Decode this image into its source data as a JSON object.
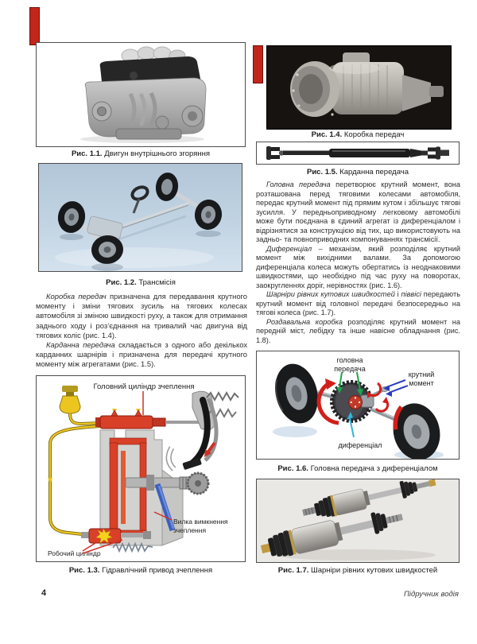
{
  "page": {
    "number": "4",
    "footer": "Підручник водія"
  },
  "left": {
    "fig11": {
      "label": "Рис. 1.1.",
      "caption": "Двигун внутрішнього згоряння"
    },
    "fig12": {
      "label": "Рис. 1.2.",
      "caption": "Трансмісія"
    },
    "para1": {
      "lead": "Коробка передач",
      "rest": " призначена для передавання крутного моменту і зміни тягових зусиль на тягових колесах автомобіля зі зміною швидкості руху, а також для отримання заднього ходу і роз’єднання на тривалий час двигуна від тягових коліс (рис. 1.4)."
    },
    "para2": {
      "lead": "Карданна передача",
      "rest": " складається з одного або декількох карданних шарнірів і призначена для передачі крутного моменту між агрегатами (рис. 1.5)."
    },
    "fig13": {
      "label": "Рис. 1.3.",
      "caption": "Гідравлічний привод зчеплення",
      "master_label": "Головний циліндр зчеплення",
      "fork_label_line1": "Вилка вимкнення",
      "fork_label_line2": "зчеплення",
      "slave_label": "Робочий циліндр"
    }
  },
  "right": {
    "fig14": {
      "label": "Рис. 1.4.",
      "caption": "Коробка передач"
    },
    "fig15": {
      "label": "Рис. 1.5.",
      "caption": "Карданна передача"
    },
    "para1": {
      "lead": "Головна передача",
      "rest": " перетворює крутний момент, вона розташована перед тяговими колесами автомобіля, передає крутний момент під прямим кутом і збільшує тягові зусилля. У передньоприводному легковому автомобілі може бути поєднана в єдиний агрегат із диференціалом і відрізнятися за конструкцією від тих, що використовують на задньо- та повноприводних компонуваннях трансмісії."
    },
    "para2": {
      "lead": "Диференціал",
      "rest": " – механізм, який розподіляє крутний момент між вихідними валами. За допомогою диференціала колеса можуть обертатись із неоднаковими швидкостями, що необхідно під час руху на поворотах, заокругленнях доріг, нерівностях (рис. 1.6)."
    },
    "para3": {
      "lead": "Шарніри рівних кутових швидкостей",
      "mid": " і ",
      "lead2": "піввісі",
      "rest": " передають крутний момент від головної передачі безпосередньо на тягові колеса (рис. 1.7)."
    },
    "para4": {
      "lead": "Роздавальна коробка",
      "rest": " розподіляє крутний момент на передній міст, лебідку та інше навісне обладнання (рис. 1.8)."
    },
    "fig16": {
      "label": "Рис. 1.6.",
      "caption": "Головна передача з диференціалом",
      "main_gear_line1": "головна",
      "main_gear_line2": "передача",
      "torque_line1": "крутний",
      "torque_line2": "момент",
      "diff_label": "диференціал"
    },
    "fig17": {
      "label": "Рис. 1.7.",
      "caption": "Шарніри рівних кутових швидкостей"
    }
  },
  "colors": {
    "accent_red": "#c1261c",
    "pipe_yellow": "#ecc51f",
    "fork_blue": "#3a5fc0",
    "fig12_bg": "#b7cbdc",
    "fig14_bg": "#171311"
  }
}
